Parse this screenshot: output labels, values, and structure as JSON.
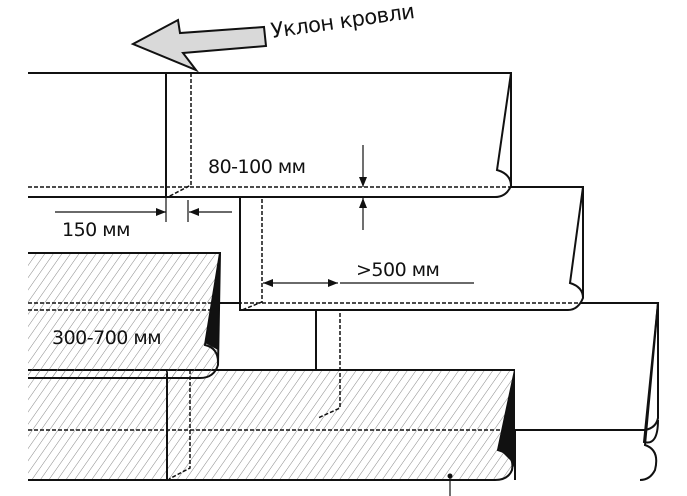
{
  "title": "Уклон кровли",
  "dimensions": {
    "vertical_overlap": "80-100 мм",
    "end_overlap": "150 мм",
    "joint_offset": ">500 мм",
    "sheet_offset": "300-700 мм"
  },
  "colors": {
    "line": "#111111",
    "arrow_fill": "#d9d9d9",
    "hatch": "#888888"
  }
}
